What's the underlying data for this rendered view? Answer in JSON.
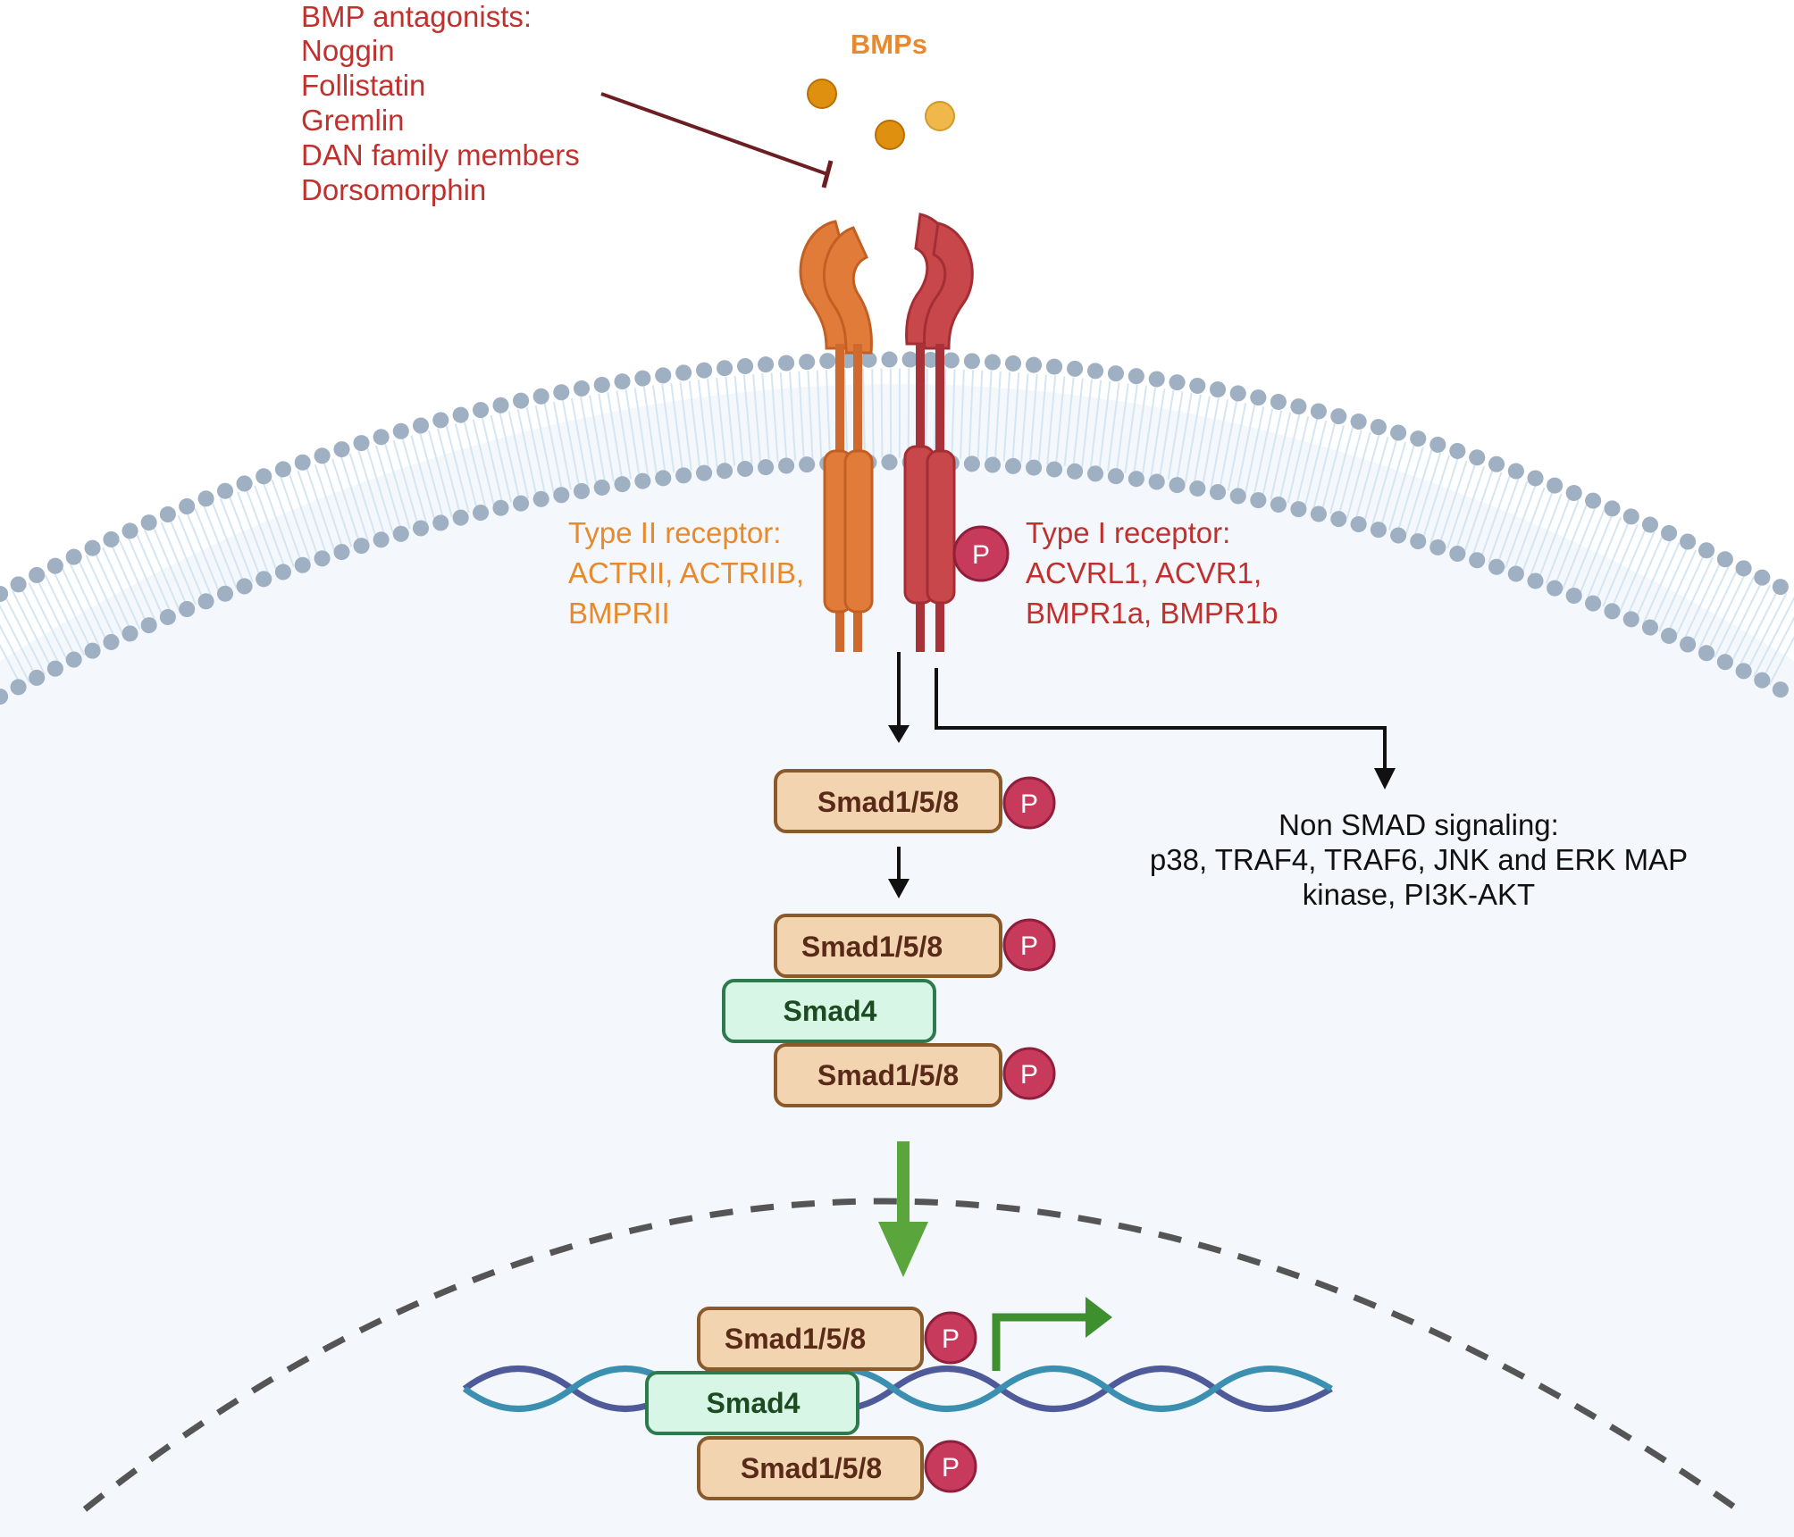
{
  "ligand": {
    "label": "BMPs"
  },
  "antagonists": {
    "title": "BMP antagonists:",
    "items": [
      "Noggin",
      "Follistatin",
      "Gremlin",
      "DAN family members",
      "Dorsomorphin"
    ]
  },
  "type2_receptor": {
    "lines": [
      "Type II receptor:",
      "ACTRII, ACTRIIB,",
      "BMPRII"
    ]
  },
  "type1_receptor": {
    "lines": [
      "Type I receptor:",
      "ACVRL1, ACVR1,",
      "BMPR1a, BMPR1b"
    ]
  },
  "non_smad": {
    "lines": [
      "Non SMAD signaling:",
      "p38, TRAF4, TRAF6, JNK and ERK MAP",
      "kinase, PI3K-AKT"
    ]
  },
  "smad_r": {
    "label": "Smad1/5/8"
  },
  "smad4": {
    "label": "Smad4"
  },
  "phospho": {
    "label": "P"
  },
  "colors": {
    "type2": "#e07b3a",
    "type1": "#c8474b",
    "smad_fill": "#f2d5b0",
    "smad_stroke": "#8b5a2b",
    "smad4_fill": "#d8f6e6",
    "smad4_stroke": "#2e7a4f",
    "phospho": "#c73a5c",
    "membrane": "#9fb0c3",
    "arrow_green": "#5aa63c"
  }
}
